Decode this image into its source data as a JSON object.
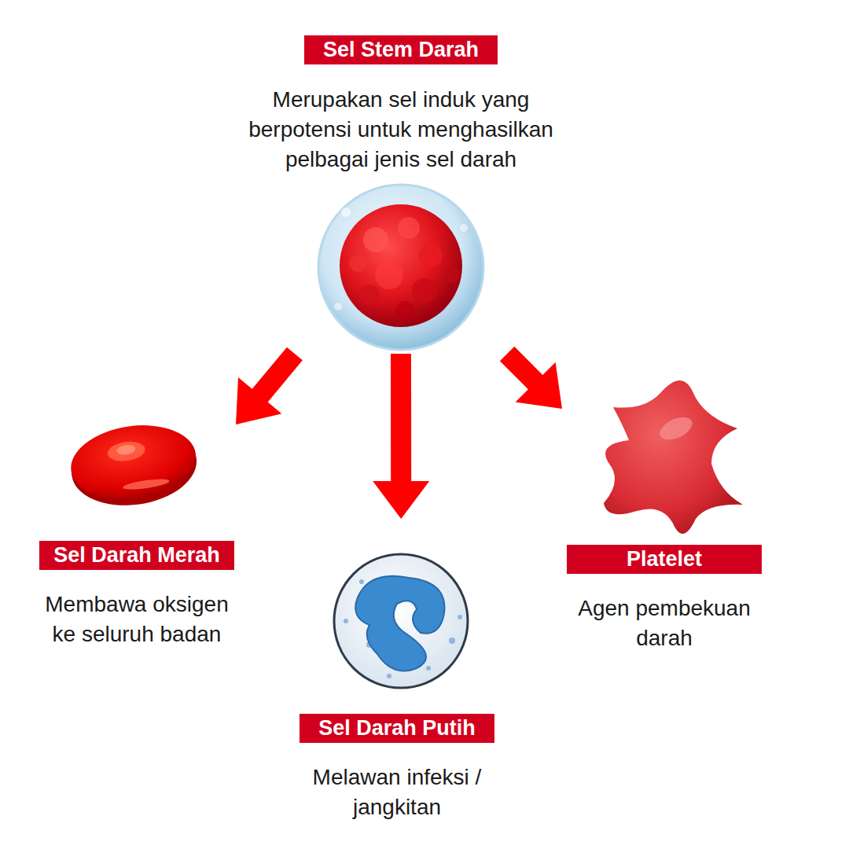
{
  "diagram": {
    "nodes": [
      {
        "text": [
          "Sel Stem Darah",
          "Merupakan sel induk yang berpotensi untuk menghasilkan pelbagai jenis sel darah"
        ]
      },
      {
        "text": [
          "Sel Darah Merah",
          "Membawa oksigen ke seluruh badan"
        ]
      },
      {
        "text": [
          "Sel Darah Putih",
          "Melawan infeksi / jangkitan"
        ]
      },
      {
        "text": [
          "Platelet",
          "Agen pembekuan darah"
        ]
      }
    ],
    "edges": [
      {
        "from": 0,
        "to": 1,
        "arrow": "to"
      },
      {
        "from": 0,
        "to": 2,
        "arrow": "to"
      },
      {
        "from": 0,
        "to": 3,
        "arrow": "to"
      }
    ]
  }
}
